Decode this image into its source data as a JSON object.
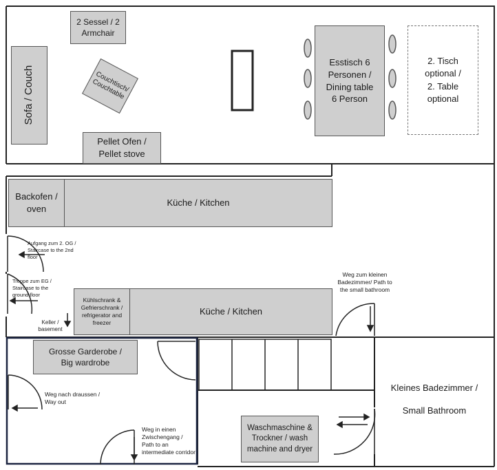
{
  "rooms": {
    "living": {
      "armchair": "2 Sessel / 2\nArmchair",
      "sofa": "Sofa / Couch",
      "coffee_table": "Couchtisch/\nCouchtable",
      "pellet_stove": "Pellet Ofen /\nPellet stove",
      "dining_table": "Esstisch 6\nPersonen /\nDining table\n6 Person",
      "second_table": "2. Tisch\noptional /\n2. Table\noptional"
    },
    "kitchen": {
      "oven": "Backofen /\noven",
      "kitchen_upper": "Küche / Kitchen",
      "stairs_up": "Aufgang zum 2. OG /\nStaircase to the 2nd floor",
      "stairs_down": "Treppe zum EG /\nStaircase to the\nground floor",
      "fridge": "Kühlschrank &\nGefrierschrank /\nrefrigerator and\nfreezer",
      "kitchen_lower": "Küche / Kitchen",
      "basement": "Keller /\nbasement",
      "path_bathroom": "Weg zum kleinen\nBadezimmer/ Path to\nthe small bathroom"
    },
    "hall": {
      "wardrobe": "Grosse Garderobe /\nBig wardrobe",
      "way_out": "Weg nach draussen /\nWay out",
      "corridor": "Weg in einen\nZwischengang /\nPath to an\nintermediate corridor"
    },
    "laundry": {
      "washer": "Waschmaschine &\nTrockner / wash\nmachine and dryer"
    },
    "bathroom": {
      "label": "Kleines Badezimmer /\n\nSmall Bathroom"
    }
  },
  "colors": {
    "furniture": "#cfcfcf",
    "wall": "#222222",
    "hall_wall": "#1c2541"
  }
}
